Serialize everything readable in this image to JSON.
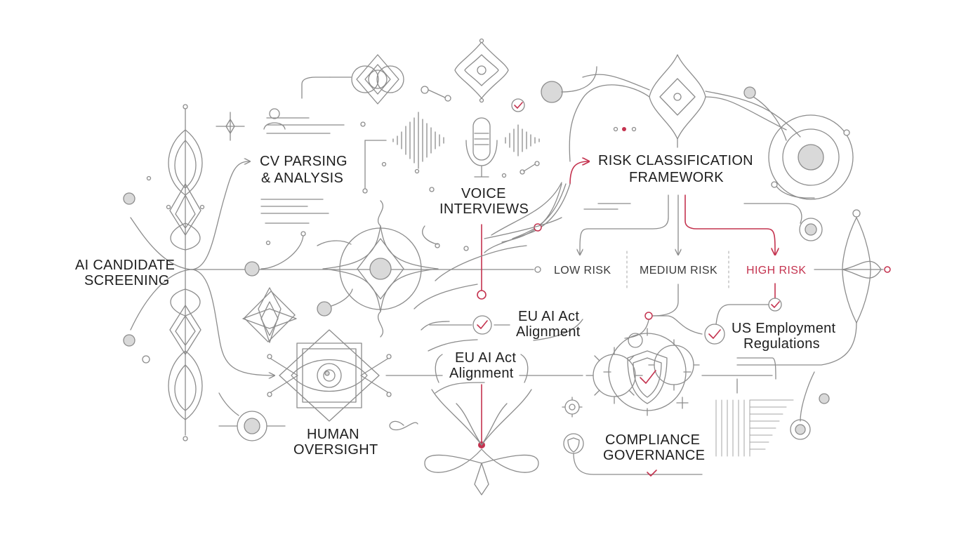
{
  "nodes": {
    "ai_candidate": [
      "AI CANDIDATE",
      "SCREENING"
    ],
    "cv_parsing": [
      "CV PARSING",
      "& ANALYSIS"
    ],
    "voice_interviews": [
      "VOICE",
      "INTERVIEWS"
    ],
    "risk_framework": [
      "RISK CLASSIFICATION",
      "FRAMEWORK"
    ],
    "human_oversight": [
      "HUMAN",
      "OVERSIGHT"
    ],
    "eu_ai_act_1": [
      "EU AI Act",
      "Alignment"
    ],
    "eu_ai_act_2": [
      "EU AI Act",
      "Alignment"
    ],
    "us_employment": [
      "US Employment",
      "Regulations"
    ],
    "compliance": [
      "COMPLIANCE",
      "GOVERNANCE"
    ]
  },
  "risk_levels": {
    "low": "LOW RISK",
    "medium": "MEDIUM RISK",
    "high": "HIGH RISK"
  },
  "colors": {
    "accent": "#c4334f",
    "line": "#8c8c8c",
    "text": "#1f1f1f"
  }
}
